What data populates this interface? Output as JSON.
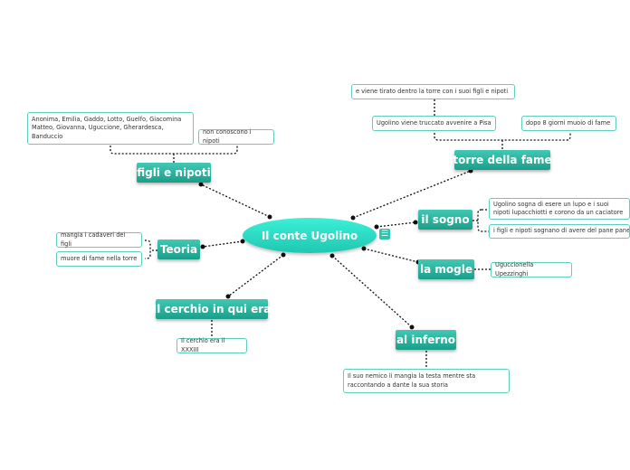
{
  "central": {
    "label": "Il conte Ugolino"
  },
  "topics": {
    "figli": {
      "label": "figli e nipoti"
    },
    "torre": {
      "label": "torre della fame"
    },
    "sogno": {
      "label": "il sogno"
    },
    "teoria": {
      "label": "Teoria"
    },
    "mogle": {
      "label": "la mogle"
    },
    "cerchio": {
      "label": "Il cerchio in qui era"
    },
    "inferno": {
      "label": "al inferno"
    }
  },
  "subtopics": {
    "figli_names": "Anonima, Emilia, Gaddo, Lotto, Guelfo, Giacomina Matteo, Giovanna, Uguccione, Gherardesca, Banduccio",
    "figli_non_conoscono": "non conoscono i nipoti",
    "torre_tirato": "e viene tirato dentro la torre  con i suoi  figli e nipoti",
    "torre_truccato": "Ugolino viene truccato avvenire a Pisa",
    "torre_giorni": "dopo 8 giorni muoio di fame",
    "sogno_lupo": "Ugolino sogna di esere  un lupo e i suoi nipoti lupacchiotti e corono da un caciatore",
    "sogno_pane": "i figli e nipoti sognano di avere del pane pane",
    "teoria_cadaveri": "mangia i cadaveri dei figli",
    "teoria_fame": "muore di fame nella torre",
    "mogle_name": "Uguccionella Upezzinghi",
    "cerchio_numero": "Il cerchio era il XXXIII",
    "inferno_nemico": "Il suo nemico li mangia la testa  mentre sta raccontando a dante la sua storia"
  },
  "icons": {
    "note": "note-icon"
  },
  "colors": {
    "accent": "#1fc7b0",
    "topic": "#2aae99",
    "sub_border": "#5fcfbc"
  }
}
